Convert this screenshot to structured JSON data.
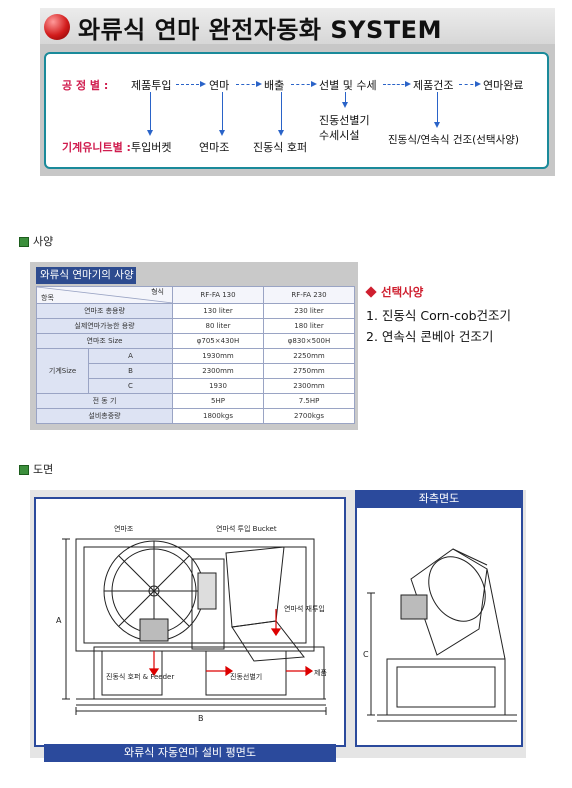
{
  "title": "와류식 연마 완전자동화 SYSTEM",
  "flow": {
    "process_label": "공  정  별 :",
    "unit_label": "기계유니트별 :",
    "steps": [
      "제품투입",
      "연마",
      "배출",
      "선별 및 수세",
      "제품건조",
      "연마완료"
    ],
    "units": [
      "투입버켓",
      "연마조",
      "진동식 호퍼",
      "진동선별기",
      "수세시설",
      "진동식/연속식 건조(선택사양)"
    ]
  },
  "sections": {
    "spec": "사양",
    "drawing": "도면"
  },
  "spec_table": {
    "heading": "와류식 연마기의 사양",
    "corner_top": "형식",
    "corner_bottom": "항목",
    "models": [
      "RF-FA 130",
      "RF-FA 230"
    ],
    "rows": [
      {
        "label": "연마조 총용량",
        "values": [
          "130 liter",
          "230 liter"
        ]
      },
      {
        "label": "실제연마가능한 용량",
        "values": [
          "80 liter",
          "180 liter"
        ]
      },
      {
        "label": "연마조 Size",
        "values": [
          "φ705×430H",
          "φ830×500H"
        ]
      }
    ],
    "machine_label": "기계Size",
    "machine_rows": [
      {
        "label": "A",
        "values": [
          "1930mm",
          "2250mm"
        ]
      },
      {
        "label": "B",
        "values": [
          "2300mm",
          "2750mm"
        ]
      },
      {
        "label": "C",
        "values": [
          "1930",
          "2300mm"
        ]
      }
    ],
    "tail_rows": [
      {
        "label": "전   동   기",
        "values": [
          "5HP",
          "7.5HP"
        ]
      },
      {
        "label": "설비총중량",
        "values": [
          "1800kgs",
          "2700kgs"
        ]
      }
    ]
  },
  "options": {
    "title": "선택사양",
    "items": [
      "1. 진동식 Corn-cob건조기",
      "2. 연속식 콘베아 건조기"
    ]
  },
  "drawing": {
    "side_title": "좌측면도",
    "plan_caption": "와류식 자동연마 설비 평면도",
    "labels": {
      "tank": "연마조",
      "bucket": "연마석 투입 Bucket",
      "reinput": "연마석 재투입",
      "hopper": "진동식 호퍼 & Feeder",
      "sorter": "진동선별기",
      "product": "제품",
      "dim_a": "A",
      "dim_b": "B",
      "dim_c": "C"
    }
  }
}
